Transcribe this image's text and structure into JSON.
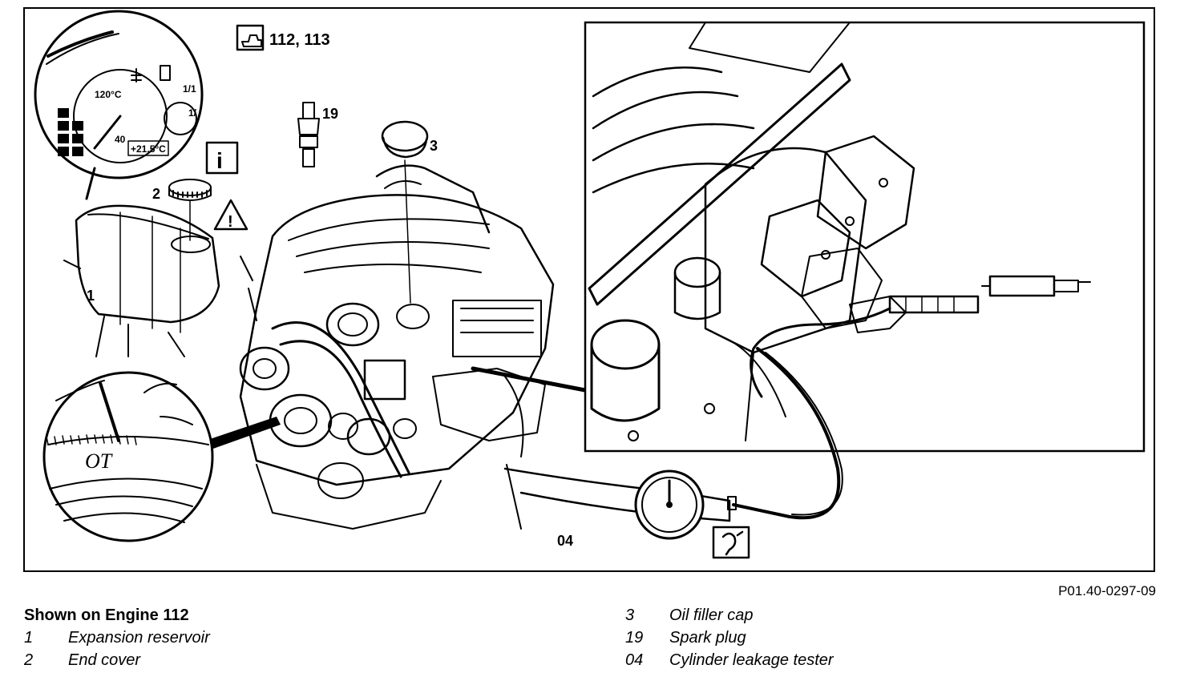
{
  "figure": {
    "engine_badge": "112, 113",
    "callouts": {
      "expansion_reservoir": "1",
      "end_cover": "2",
      "oil_filler_cap": "3",
      "spark_plug": "19",
      "leakage_tester": "04"
    },
    "gauge_labels": {
      "temp_high": "120°C",
      "temp_low": "40",
      "fuel_full": "1/1",
      "fuel_side": "1/",
      "temp_readout": "+21.5°C"
    },
    "tdc_mark": "OT",
    "info_symbol": "i",
    "warning_symbol": "!"
  },
  "figure_id": "P01.40-0297-09",
  "legend": {
    "title": "Shown on Engine 112",
    "items": [
      {
        "num": "1",
        "text": "Expansion reservoir"
      },
      {
        "num": "2",
        "text": "End cover"
      },
      {
        "num": "3",
        "text": "Oil filler cap"
      },
      {
        "num": "19",
        "text": "Spark plug"
      },
      {
        "num": "04",
        "text": "Cylinder leakage tester"
      }
    ]
  }
}
